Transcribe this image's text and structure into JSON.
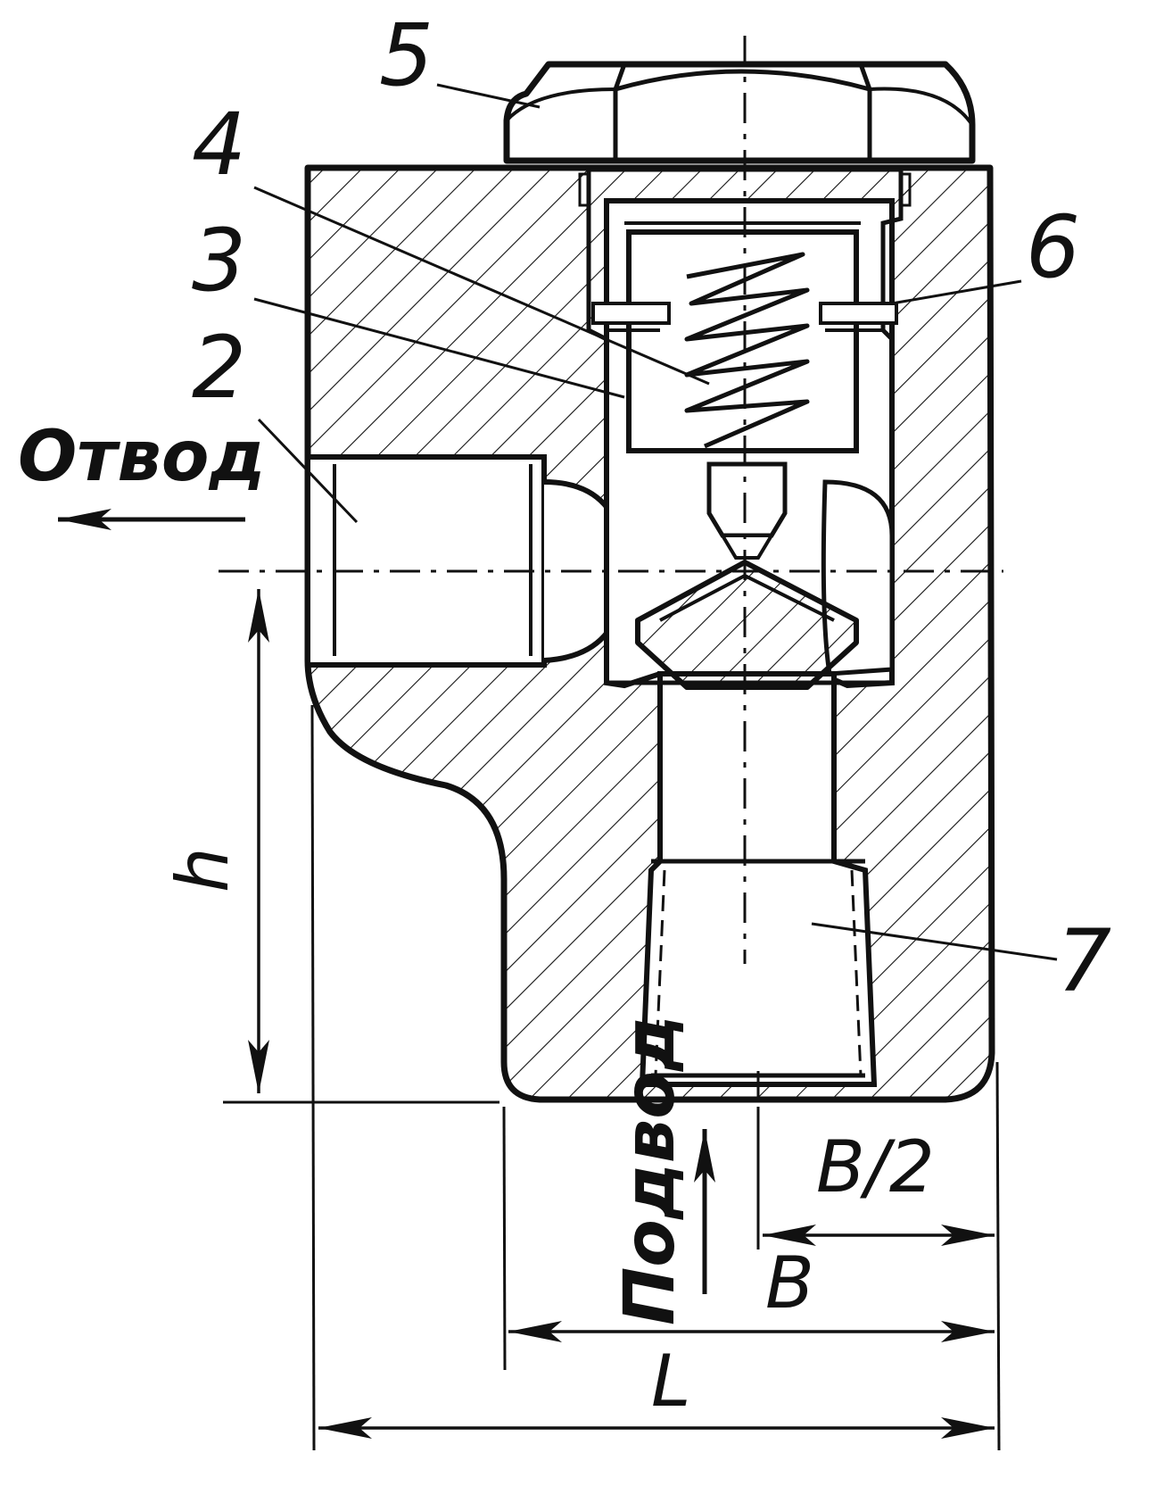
{
  "labels": {
    "part_5": "5",
    "part_4": "4",
    "part_3": "3",
    "part_2": "2",
    "part_6": "6",
    "part_7": "7",
    "outlet": "Отвод",
    "inlet": "Подвод",
    "dim_h": "h",
    "dim_half_b": "B/2",
    "dim_b": "B",
    "dim_l": "L"
  },
  "colors": {
    "ink": "#111111",
    "paper": "#ffffff"
  }
}
